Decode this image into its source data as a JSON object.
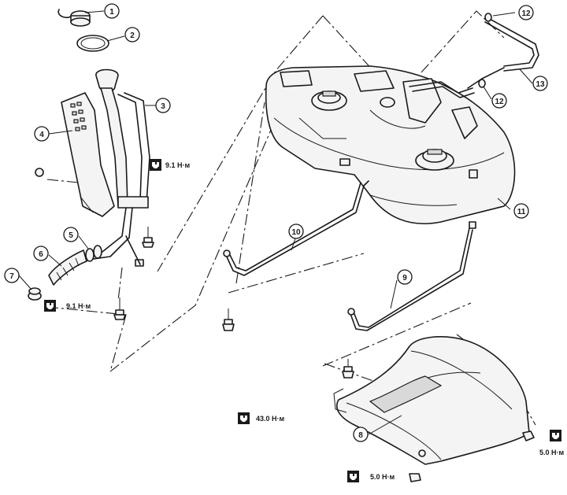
{
  "callouts": [
    {
      "number": "1"
    },
    {
      "number": "2"
    },
    {
      "number": "3"
    },
    {
      "number": "4"
    },
    {
      "number": "5"
    },
    {
      "number": "6"
    },
    {
      "number": "7"
    },
    {
      "number": "8"
    },
    {
      "number": "9"
    },
    {
      "number": "10"
    },
    {
      "number": "11"
    },
    {
      "number": "12"
    },
    {
      "number": "12"
    },
    {
      "number": "13"
    }
  ],
  "torques": [
    {
      "value": "9.1 Н·м",
      "icon": "torque-wrench-icon"
    },
    {
      "value": "9.1 Н·м",
      "icon": "torque-wrench-icon"
    },
    {
      "value": "43.0 Н·м",
      "icon": "torque-wrench-icon"
    },
    {
      "value": "5.0 Н·м",
      "icon": "torque-wrench-icon"
    },
    {
      "value": "5.0 Н·м",
      "icon": "torque-wrench-icon"
    }
  ]
}
